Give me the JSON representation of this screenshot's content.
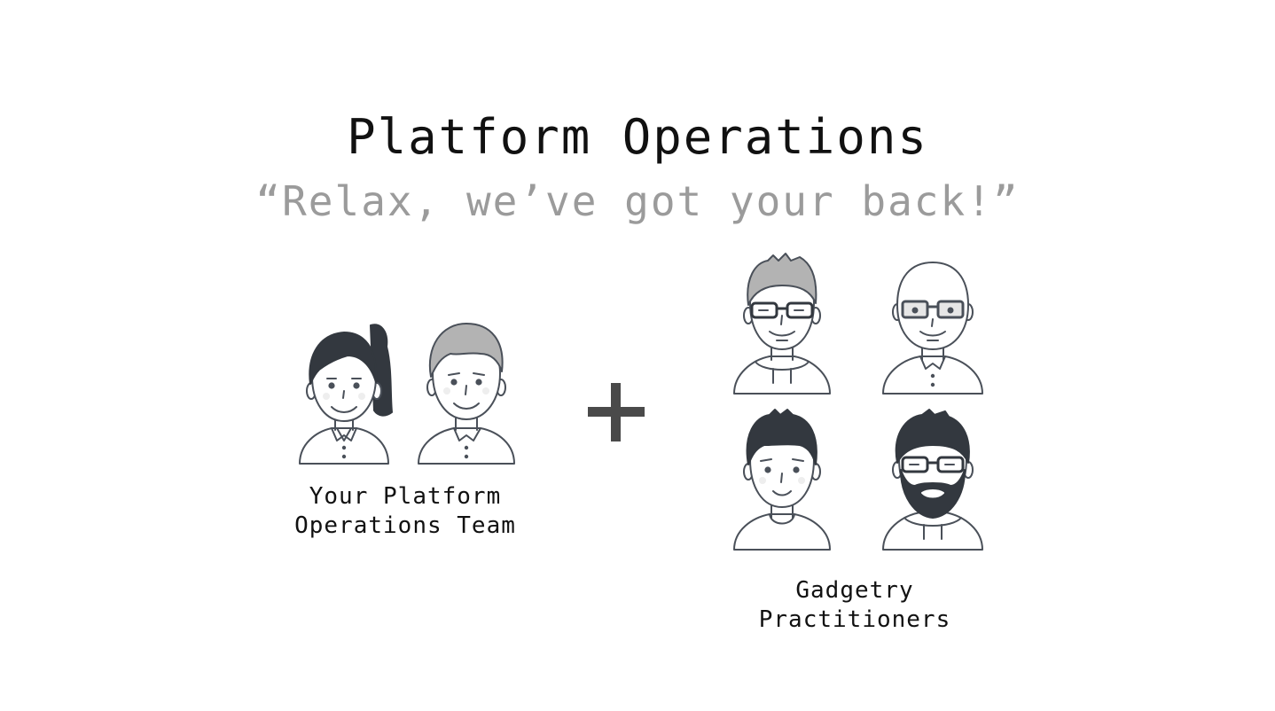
{
  "slide": {
    "title": "Platform Operations",
    "subtitle": "“Relax, we’ve got your back!”"
  },
  "groups": {
    "team": {
      "label_line1": "Your Platform",
      "label_line2": "Operations Team"
    },
    "practitioners": {
      "label_line1": "Gadgetry",
      "label_line2": "Practitioners"
    }
  },
  "icons": {
    "plus": "plus-icon"
  },
  "colors": {
    "title": "#111111",
    "subtitle": "#9b9b9b",
    "hair_dark": "#33383f",
    "hair_grey": "#b3b3b3",
    "outline": "#4a5059",
    "plus": "#4a4a4a"
  }
}
